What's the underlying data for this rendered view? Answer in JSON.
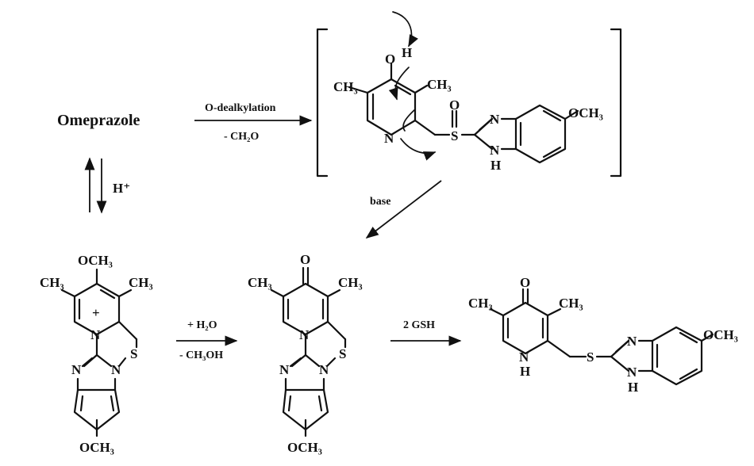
{
  "scheme": {
    "start_compound": "Omeprazole",
    "step1": {
      "above": "O-dealkylation",
      "below": "- CH₂O"
    },
    "step_acid": {
      "label": "H⁺"
    },
    "step_base": {
      "label": "base"
    },
    "step_hydrolysis": {
      "above": "+ H₂O",
      "below": "- CH₃OH"
    },
    "step_gsh": {
      "label": "2 GSH"
    }
  },
  "atoms": {
    "ch3": "CH₃",
    "och3": "OCH₃",
    "o": "O",
    "h": "H",
    "n": "N",
    "s": "S",
    "nh_h": "H",
    "plus": "+"
  }
}
